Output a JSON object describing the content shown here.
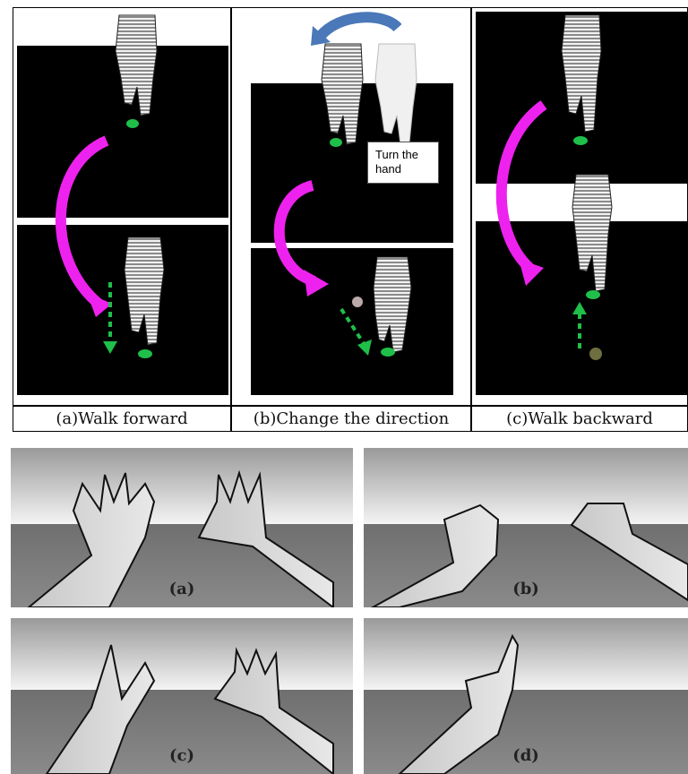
{
  "figure_top": {
    "panels": [
      {
        "id": "a",
        "caption": "(a)Walk forward"
      },
      {
        "id": "b",
        "caption": "(b)Change the direction",
        "note": "Turn the hand"
      },
      {
        "id": "c",
        "caption": "(c)Walk backward"
      }
    ]
  },
  "figure_bottom": {
    "photos": [
      {
        "label": "(a)"
      },
      {
        "label": "(b)"
      },
      {
        "label": "(c)"
      },
      {
        "label": "(d)"
      }
    ]
  },
  "colors": {
    "arrow_magenta": "#ee22ee",
    "fingertip_green": "#1fbf4a",
    "turn_arrow_blue": "#4a78b8",
    "panel_black": "#000000"
  }
}
